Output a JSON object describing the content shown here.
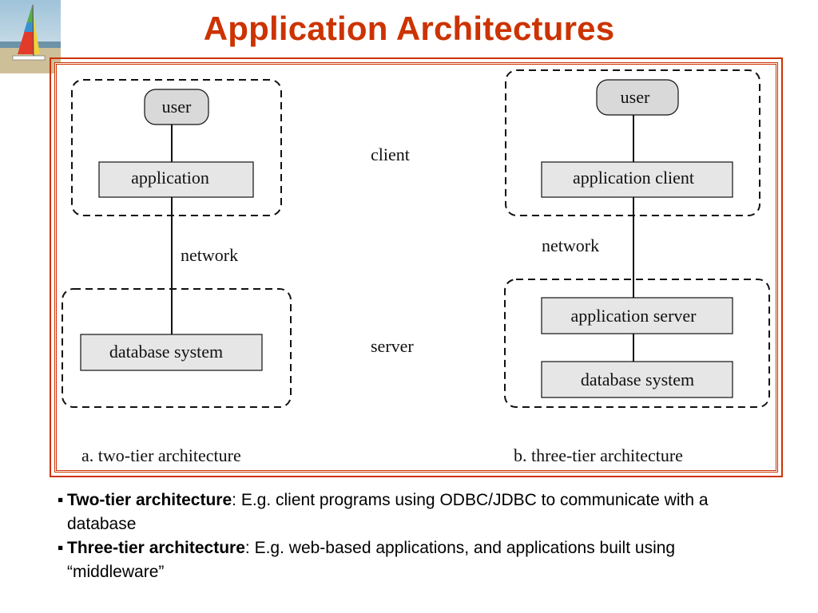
{
  "title": "Application Architectures",
  "diagram": {
    "left": {
      "user": "user",
      "application": "application",
      "network": "network",
      "database": "database system",
      "caption": "a.  two-tier architecture"
    },
    "middle": {
      "client": "client",
      "server": "server"
    },
    "right": {
      "user": "user",
      "app_client": "application client",
      "network": "network",
      "app_server": "application server",
      "database": "database system",
      "caption": "b.  three-tier architecture"
    }
  },
  "notes": [
    {
      "bullet": "▪",
      "term": "Two-tier architecture",
      "text": ":  E.g. client programs using ODBC/JDBC to communicate with a database"
    },
    {
      "bullet": "▪",
      "term": "Three-tier architecture",
      "text": ": E.g. web-based applications, and applications built using “middleware”"
    }
  ],
  "colors": {
    "title": "#cc3300",
    "frame": "#cc3300",
    "box_fill": "#e6e6e6",
    "user_fill": "#d9d9d9"
  }
}
